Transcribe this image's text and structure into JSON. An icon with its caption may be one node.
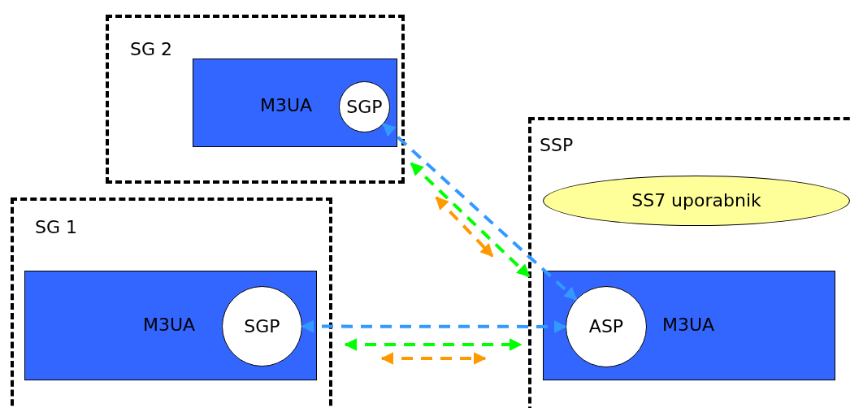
{
  "diagram": {
    "nodes": [
      {
        "text": [
          "SG 2"
        ]
      },
      {
        "text": [
          "M3UA"
        ],
        "in": 0
      },
      {
        "text": [
          "SGP"
        ],
        "in": 1
      },
      {
        "text": [
          "SG 1"
        ]
      },
      {
        "text": [
          "M3UA"
        ],
        "in": 3
      },
      {
        "text": [
          "SGP"
        ],
        "in": 4
      },
      {
        "text": [
          "SSP"
        ]
      },
      {
        "text": [
          "SS7 uporabnik"
        ],
        "in": 6
      },
      {
        "text": [
          "M3UA"
        ],
        "in": 6
      },
      {
        "text": [
          "ASP"
        ],
        "in": 8
      }
    ],
    "edges": [
      {
        "from": 2,
        "to": 9,
        "arrow": "both",
        "style": "dashed",
        "color": "#3399ff"
      },
      {
        "from": 0,
        "to": 6,
        "arrow": "both",
        "style": "dashed",
        "color": "#00ff00"
      },
      {
        "from": 5,
        "to": 9,
        "arrow": "both",
        "style": "dashed",
        "color": "#3399ff"
      },
      {
        "from": 3,
        "to": 6,
        "arrow": "both",
        "style": "dashed",
        "color": "#00ff00"
      }
    ]
  }
}
